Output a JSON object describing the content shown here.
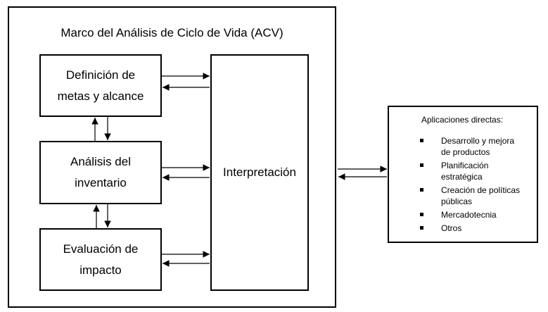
{
  "frame": {
    "title": "Marco del Análisis de Ciclo de Vida (ACV)"
  },
  "boxes": {
    "definition": {
      "line1": "Definición de",
      "line2": "metas y alcance"
    },
    "inventory": {
      "line1": "Análisis del",
      "line2": "inventario"
    },
    "evaluation": {
      "line1": "Evaluación de",
      "line2": "impacto"
    },
    "interpretation": {
      "label": "Interpretación"
    }
  },
  "applications": {
    "title": "Aplicaciones directas:",
    "items": [
      "Desarrollo y mejora de productos",
      "Planificación estratégica",
      "Creación de políticas públicas",
      "Mercadotecnia",
      "Otros"
    ]
  }
}
